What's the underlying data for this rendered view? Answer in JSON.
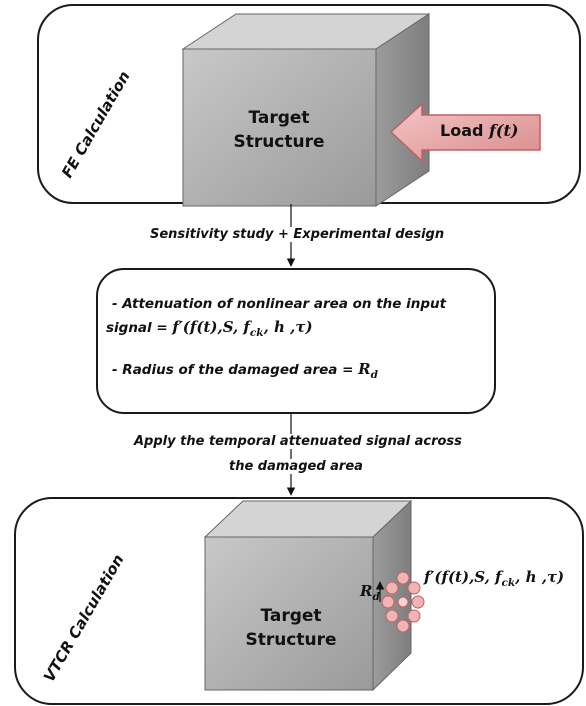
{
  "top": {
    "section_label": "FE Calculation",
    "target_line1": "Target",
    "target_line2": "Structure",
    "load_word": "Load",
    "load_func": "f(t)"
  },
  "connector1": {
    "text": "Sensitivity study + Experimental design"
  },
  "middle": {
    "line1": "- Attenuation of nonlinear area on the input",
    "line2_prefix": "signal =",
    "line2_math": "f′(f(t),S, f",
    "line2_sub": "ck",
    "line2_tail": ", h ,τ)",
    "line3_prefix": "- Radius of the damaged area =",
    "line3_math": "R",
    "line3_sub": "d"
  },
  "connector2": {
    "line1": "Apply the temporal attenuated signal across",
    "line2": "the damaged area"
  },
  "bottom": {
    "section_label": "VTCR Calculation",
    "target_line1": "Target",
    "target_line2": "Structure",
    "radius_symbol": "R",
    "radius_sub": "d",
    "signal_math": "f′(f(t),S, f",
    "signal_sub": "ck",
    "signal_tail": ", h ,τ)"
  },
  "colors": {
    "cube_front": "#a6a6a6",
    "cube_top": "#d4d4d4",
    "cube_side": "#8a8a8a",
    "load_arrow": "#e8a6a6",
    "load_arrow_edge": "#c06060"
  }
}
